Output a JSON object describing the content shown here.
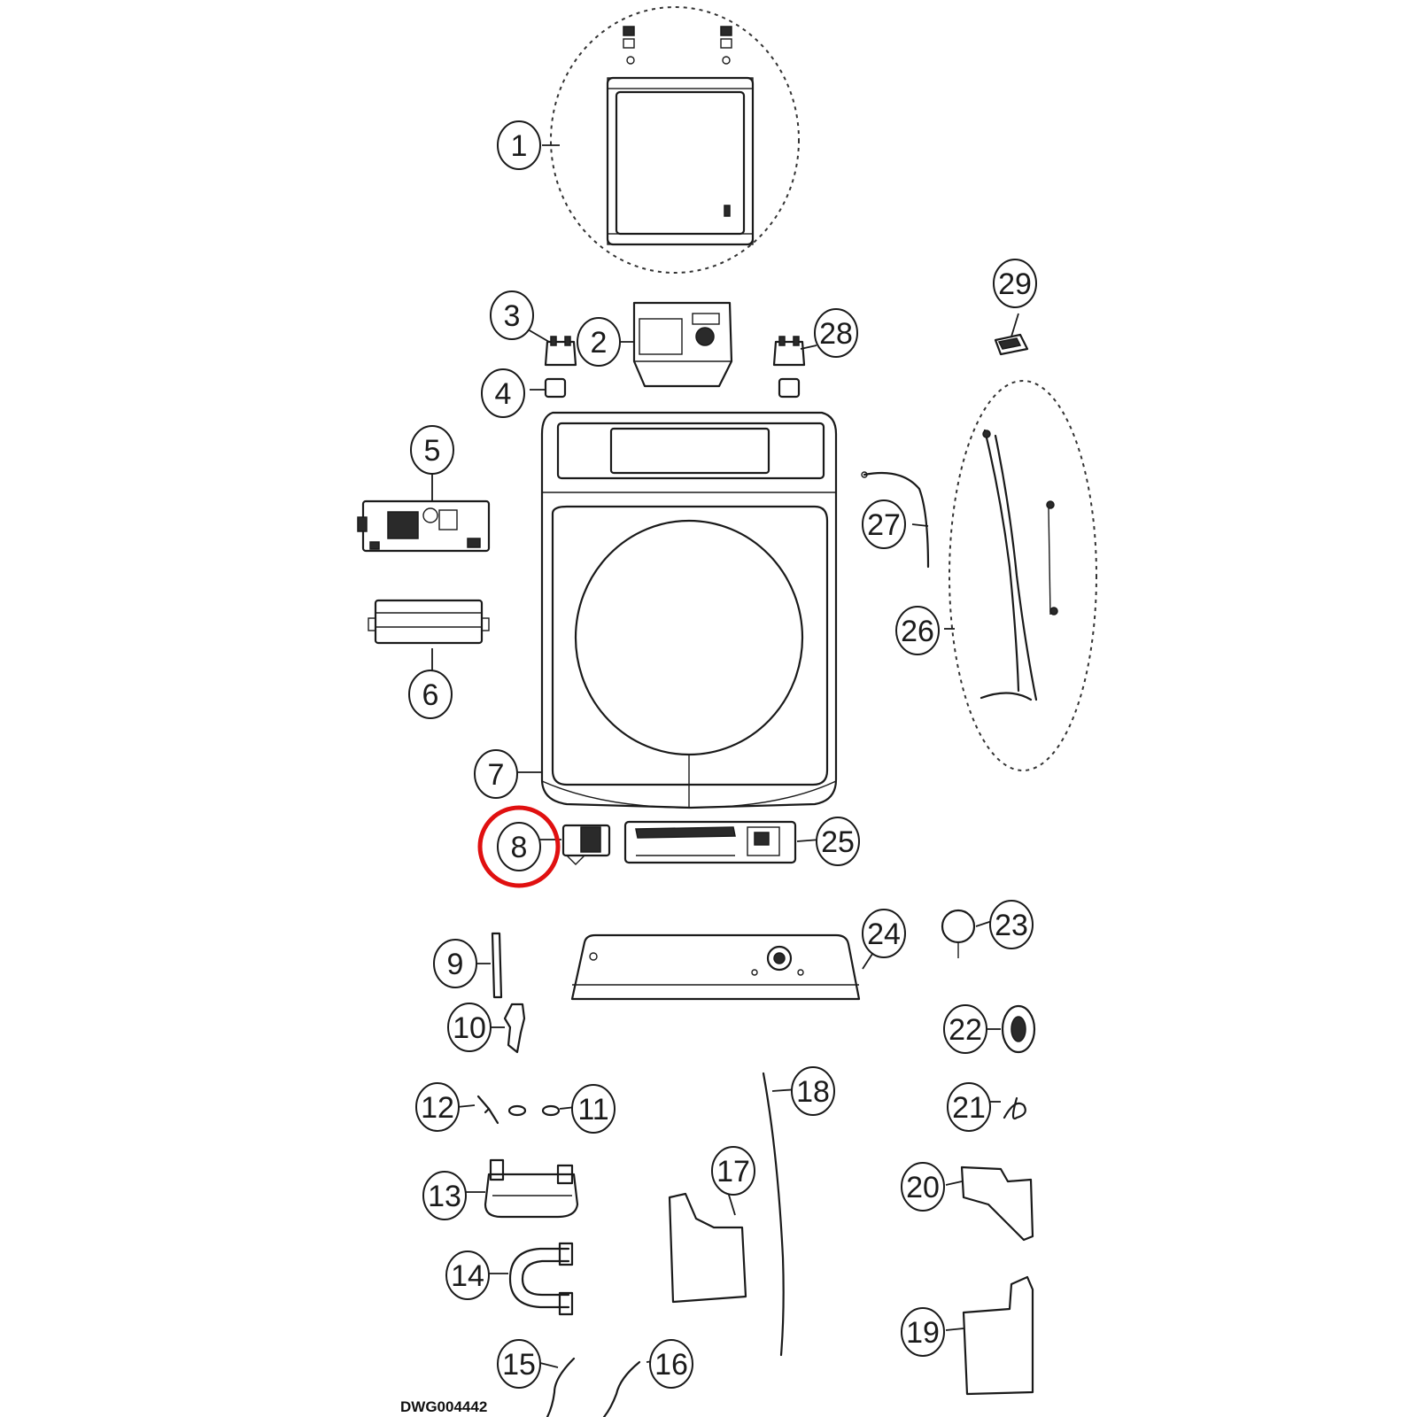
{
  "diagram": {
    "drawing_number": "DWG004442",
    "highlight_color": "#e01010",
    "highlighted_callout": "8",
    "callouts": [
      {
        "label": "1",
        "part": "lid-assembly"
      },
      {
        "label": "2",
        "part": "detergent-dispenser"
      },
      {
        "label": "3",
        "part": "hinge-left"
      },
      {
        "label": "4",
        "part": "hinge-cap"
      },
      {
        "label": "5",
        "part": "control-board"
      },
      {
        "label": "6",
        "part": "board-cover"
      },
      {
        "label": "7",
        "part": "top-cover"
      },
      {
        "label": "8",
        "part": "switch-module"
      },
      {
        "label": "9",
        "part": "bracket-strip"
      },
      {
        "label": "10",
        "part": "lid-lock-lever"
      },
      {
        "label": "11",
        "part": "washer"
      },
      {
        "label": "12",
        "part": "clip"
      },
      {
        "label": "13",
        "part": "water-inlet-valve"
      },
      {
        "label": "14",
        "part": "inlet-hose"
      },
      {
        "label": "15",
        "part": "hose-a"
      },
      {
        "label": "16",
        "part": "hose-b"
      },
      {
        "label": "17",
        "part": "side-bracket"
      },
      {
        "label": "18",
        "part": "wire-strip"
      },
      {
        "label": "19",
        "part": "corner-bracket-lower"
      },
      {
        "label": "20",
        "part": "corner-bracket-upper"
      },
      {
        "label": "21",
        "part": "wire-clip"
      },
      {
        "label": "22",
        "part": "knob-cap"
      },
      {
        "label": "23",
        "part": "pressure-sensor"
      },
      {
        "label": "24",
        "part": "control-panel-front"
      },
      {
        "label": "25",
        "part": "display-pcb"
      },
      {
        "label": "26",
        "part": "wire-harness"
      },
      {
        "label": "27",
        "part": "sensor-cable"
      },
      {
        "label": "28",
        "part": "hinge-right"
      },
      {
        "label": "29",
        "part": "tub-cover-clip"
      }
    ]
  }
}
